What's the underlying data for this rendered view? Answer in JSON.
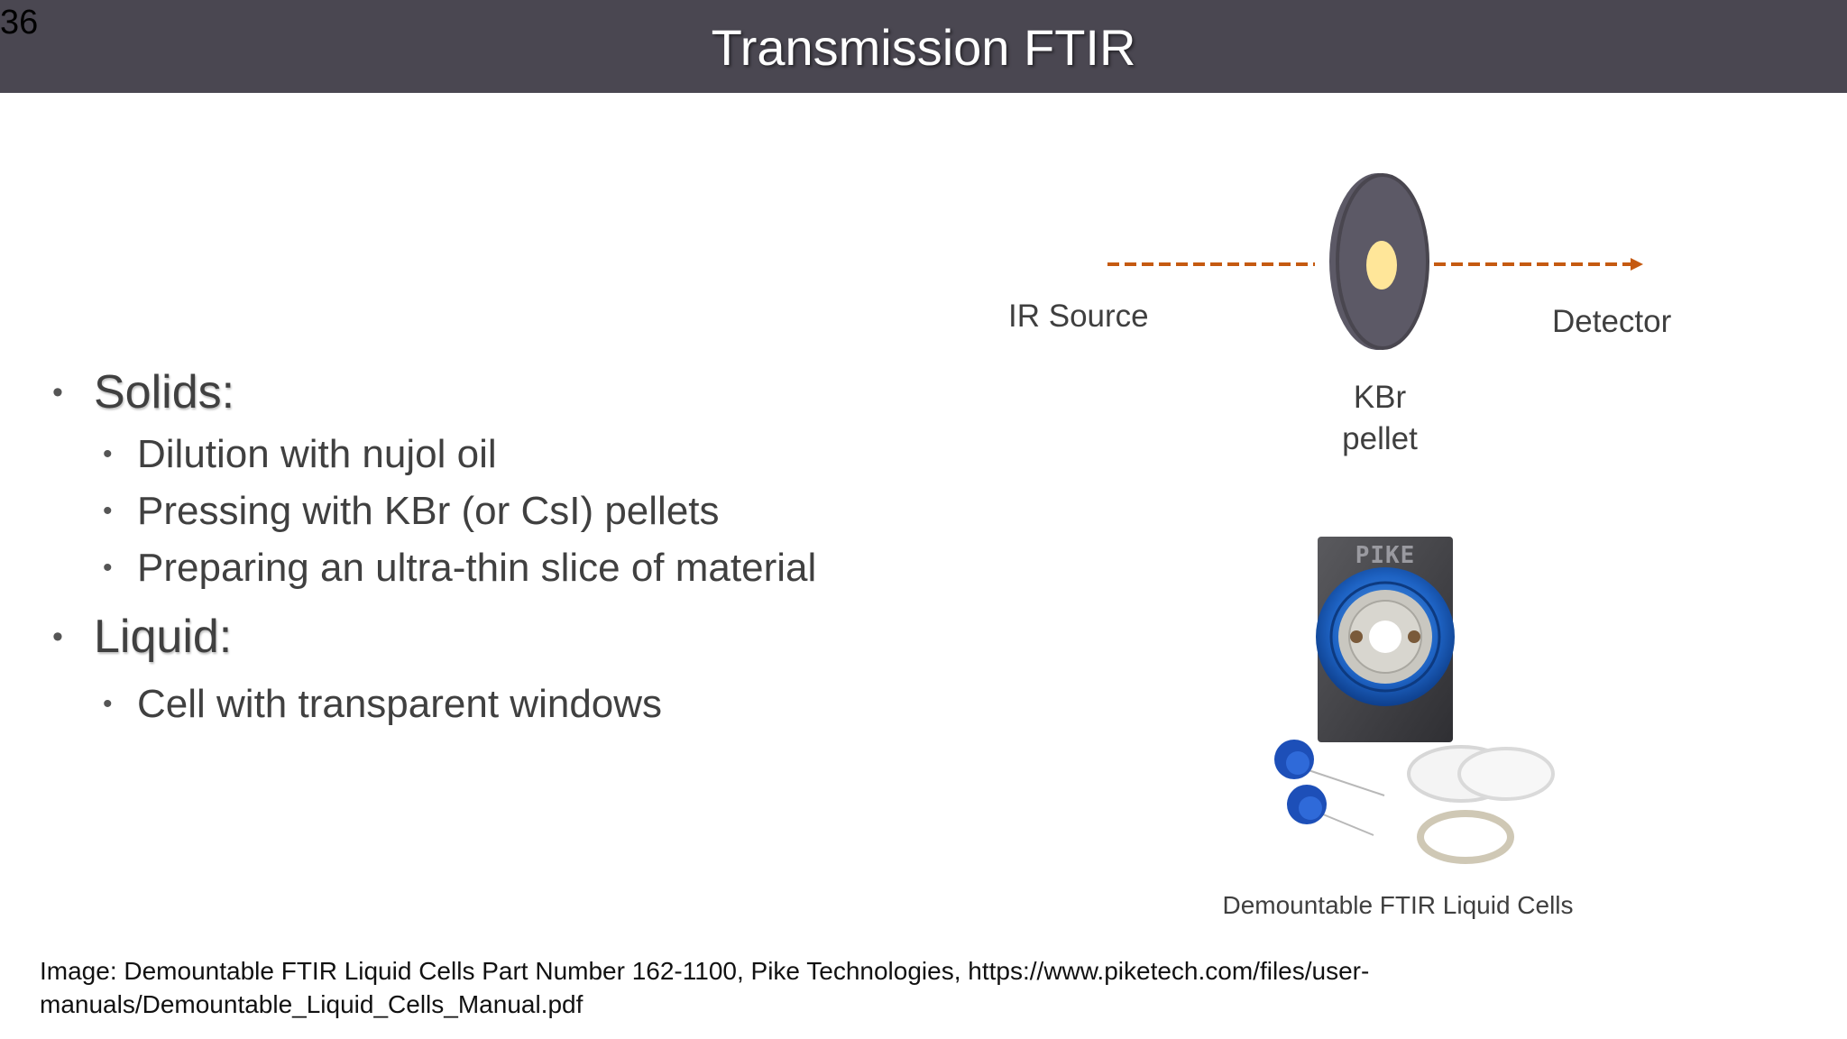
{
  "slide": {
    "number": "36",
    "title": "Transmission FTIR"
  },
  "bullets": [
    {
      "label": "Solids:",
      "items": [
        "Dilution with nujol oil",
        "Pressing with KBr (or CsI) pellets",
        "Preparing an ultra-thin slice of material"
      ]
    },
    {
      "label": "Liquid:",
      "items": [
        "Cell with transparent windows"
      ]
    }
  ],
  "diagram": {
    "source_label": "IR Source",
    "detector_label": "Detector",
    "pellet_label_line1": "KBr",
    "pellet_label_line2": "pellet",
    "beam_color": "#c55a11",
    "pellet_color": "#5c5966",
    "sample_color": "#ffe699"
  },
  "photo": {
    "brand": "PIKE",
    "caption": "Demountable FTIR Liquid Cells"
  },
  "credit": {
    "line1": "Image: Demountable FTIR Liquid Cells Part Number 162-1100, Pike Technologies, https://www.piketech.com/files/user-",
    "line2": "manuals/Demountable_Liquid_Cells_Manual.pdf"
  }
}
